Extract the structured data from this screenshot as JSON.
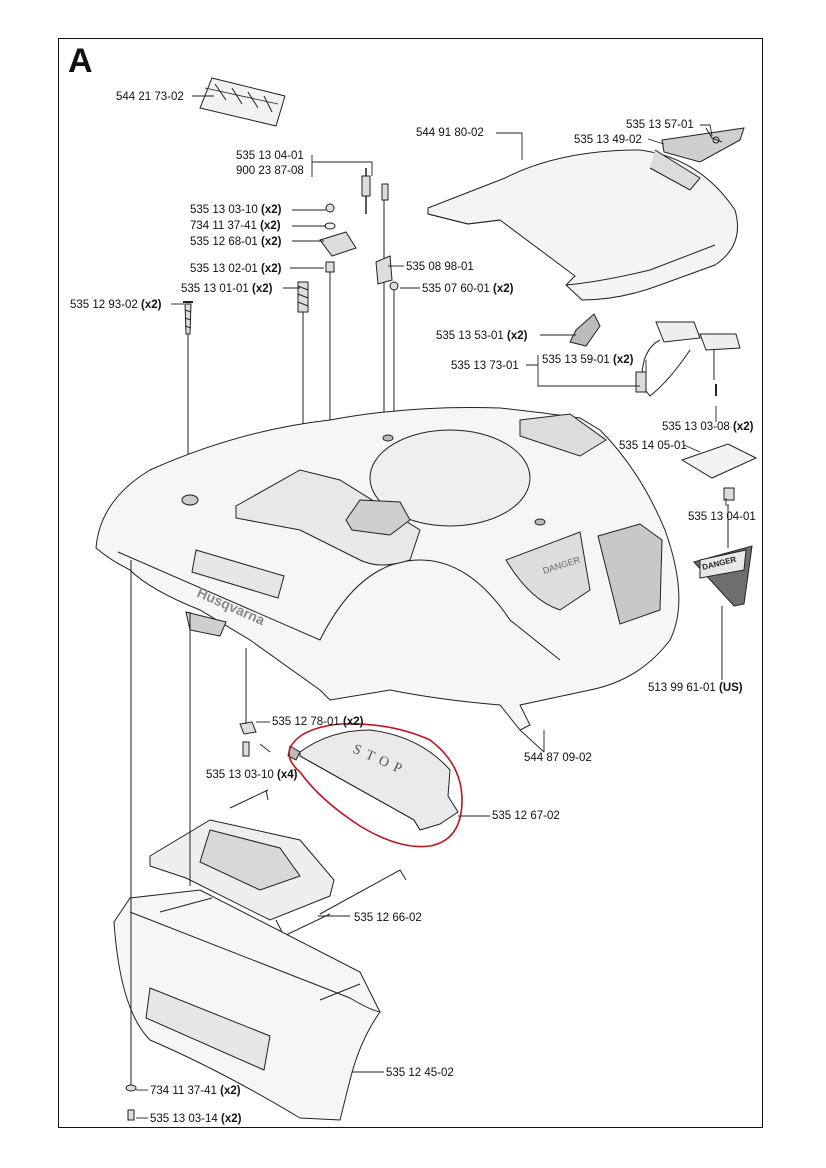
{
  "section": "A",
  "labels": {
    "decal_top": "544 21 73-02",
    "body_cover": "544 91 80-02",
    "pin": "535 13 57-01",
    "lever": "535 13 49-02",
    "screw_a": "535 13 04-01",
    "pin_b": "900 23 87-08",
    "screw_b": "535 13 03-10",
    "screw_b_qty": "(x2)",
    "washer": "734 11 37-41",
    "washer_qty": "(x2)",
    "bracket": "535 12 68-01",
    "bracket_qty": "(x2)",
    "clip": "535 08 98-01",
    "screw_c": "535 13 02-01",
    "screw_c_qty": "(x2)",
    "spring": "535 13 01-01",
    "spring_qty": "(x2)",
    "screw_d": "535 07 60-01",
    "screw_d_qty": "(x2)",
    "bolt": "535 12 93-02",
    "bolt_qty": "(x2)",
    "hinge": "535 13 53-01",
    "hinge_qty": "(x2)",
    "holder": "535 13 59-01",
    "holder_qty": "(x2)",
    "hinge_set": "535 13 73-01",
    "screw_e": "535 13 03-08",
    "screw_e_qty": "(x2)",
    "plate": "535 14 05-01",
    "screw_f": "535 13 04-01",
    "danger_decal": "513 99 61-01",
    "danger_decal_suffix": "(US)",
    "chassis_cover": "544 87 09-02",
    "screw_g": "535 12 78-01",
    "screw_g_qty": "(x2)",
    "screw_h": "535 13 03-10",
    "screw_h_qty": "(x4)",
    "stop_button": "535 12 67-02",
    "hatch": "535 12 66-02",
    "front_bumper": "535 12 45-02",
    "washer_b": "734 11 37-41",
    "washer_b_qty": "(x2)",
    "screw_i": "535 13 03-14",
    "screw_i_qty": "(x2)"
  },
  "artwork": {
    "brand": "Husqvarna",
    "stop_text": "STOP",
    "danger_text": "DANGER"
  },
  "colors": {
    "annotation_circle": "#c0141e",
    "line": "#222222",
    "fill_light": "#f4f4f4",
    "fill_mid": "#d6d6d6",
    "fill_dark": "#9a9a9a"
  }
}
